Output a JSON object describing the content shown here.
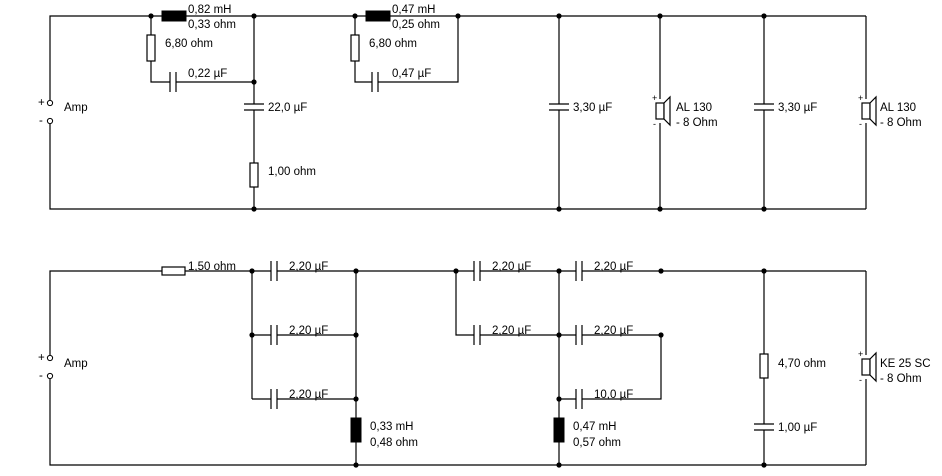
{
  "top_circuit": {
    "amp_label": "Amp",
    "plus": "+",
    "minus": "-",
    "l1": {
      "value": "0,82 mH",
      "resistance": "0,33 ohm"
    },
    "r1": "6,80 ohm",
    "c1": "0,22 µF",
    "c2": "22,0 µF",
    "r2": "1,00 ohm",
    "l2": {
      "value": "0,47 mH",
      "resistance": "0,25 ohm"
    },
    "r3": "6,80 ohm",
    "c3": "0,47 µF",
    "c4": "3,30 µF",
    "spk1": {
      "name": "AL 130",
      "impedance": "- 8 Ohm"
    },
    "c5": "3,30 µF",
    "spk2": {
      "name": "AL 130",
      "impedance": "- 8 Ohm"
    }
  },
  "bottom_circuit": {
    "amp_label": "Amp",
    "plus": "+",
    "minus": "-",
    "r1": "1,50 ohm",
    "c1": "2,20 µF",
    "c2": "2,20 µF",
    "c3": "2,20 µF",
    "l1": {
      "value": "0,33 mH",
      "resistance": "0,48 ohm"
    },
    "c4": "2,20 µF",
    "c5": "2,20 µF",
    "c6": "2,20 µF",
    "c7": "2,20 µF",
    "c8": "10,0 µF",
    "l2": {
      "value": "0,47 mH",
      "resistance": "0,57 ohm"
    },
    "r2": "4,70 ohm",
    "c9": "1,00 µF",
    "spk": {
      "name": "KE 25 SC",
      "impedance": "- 8 Ohm"
    }
  }
}
